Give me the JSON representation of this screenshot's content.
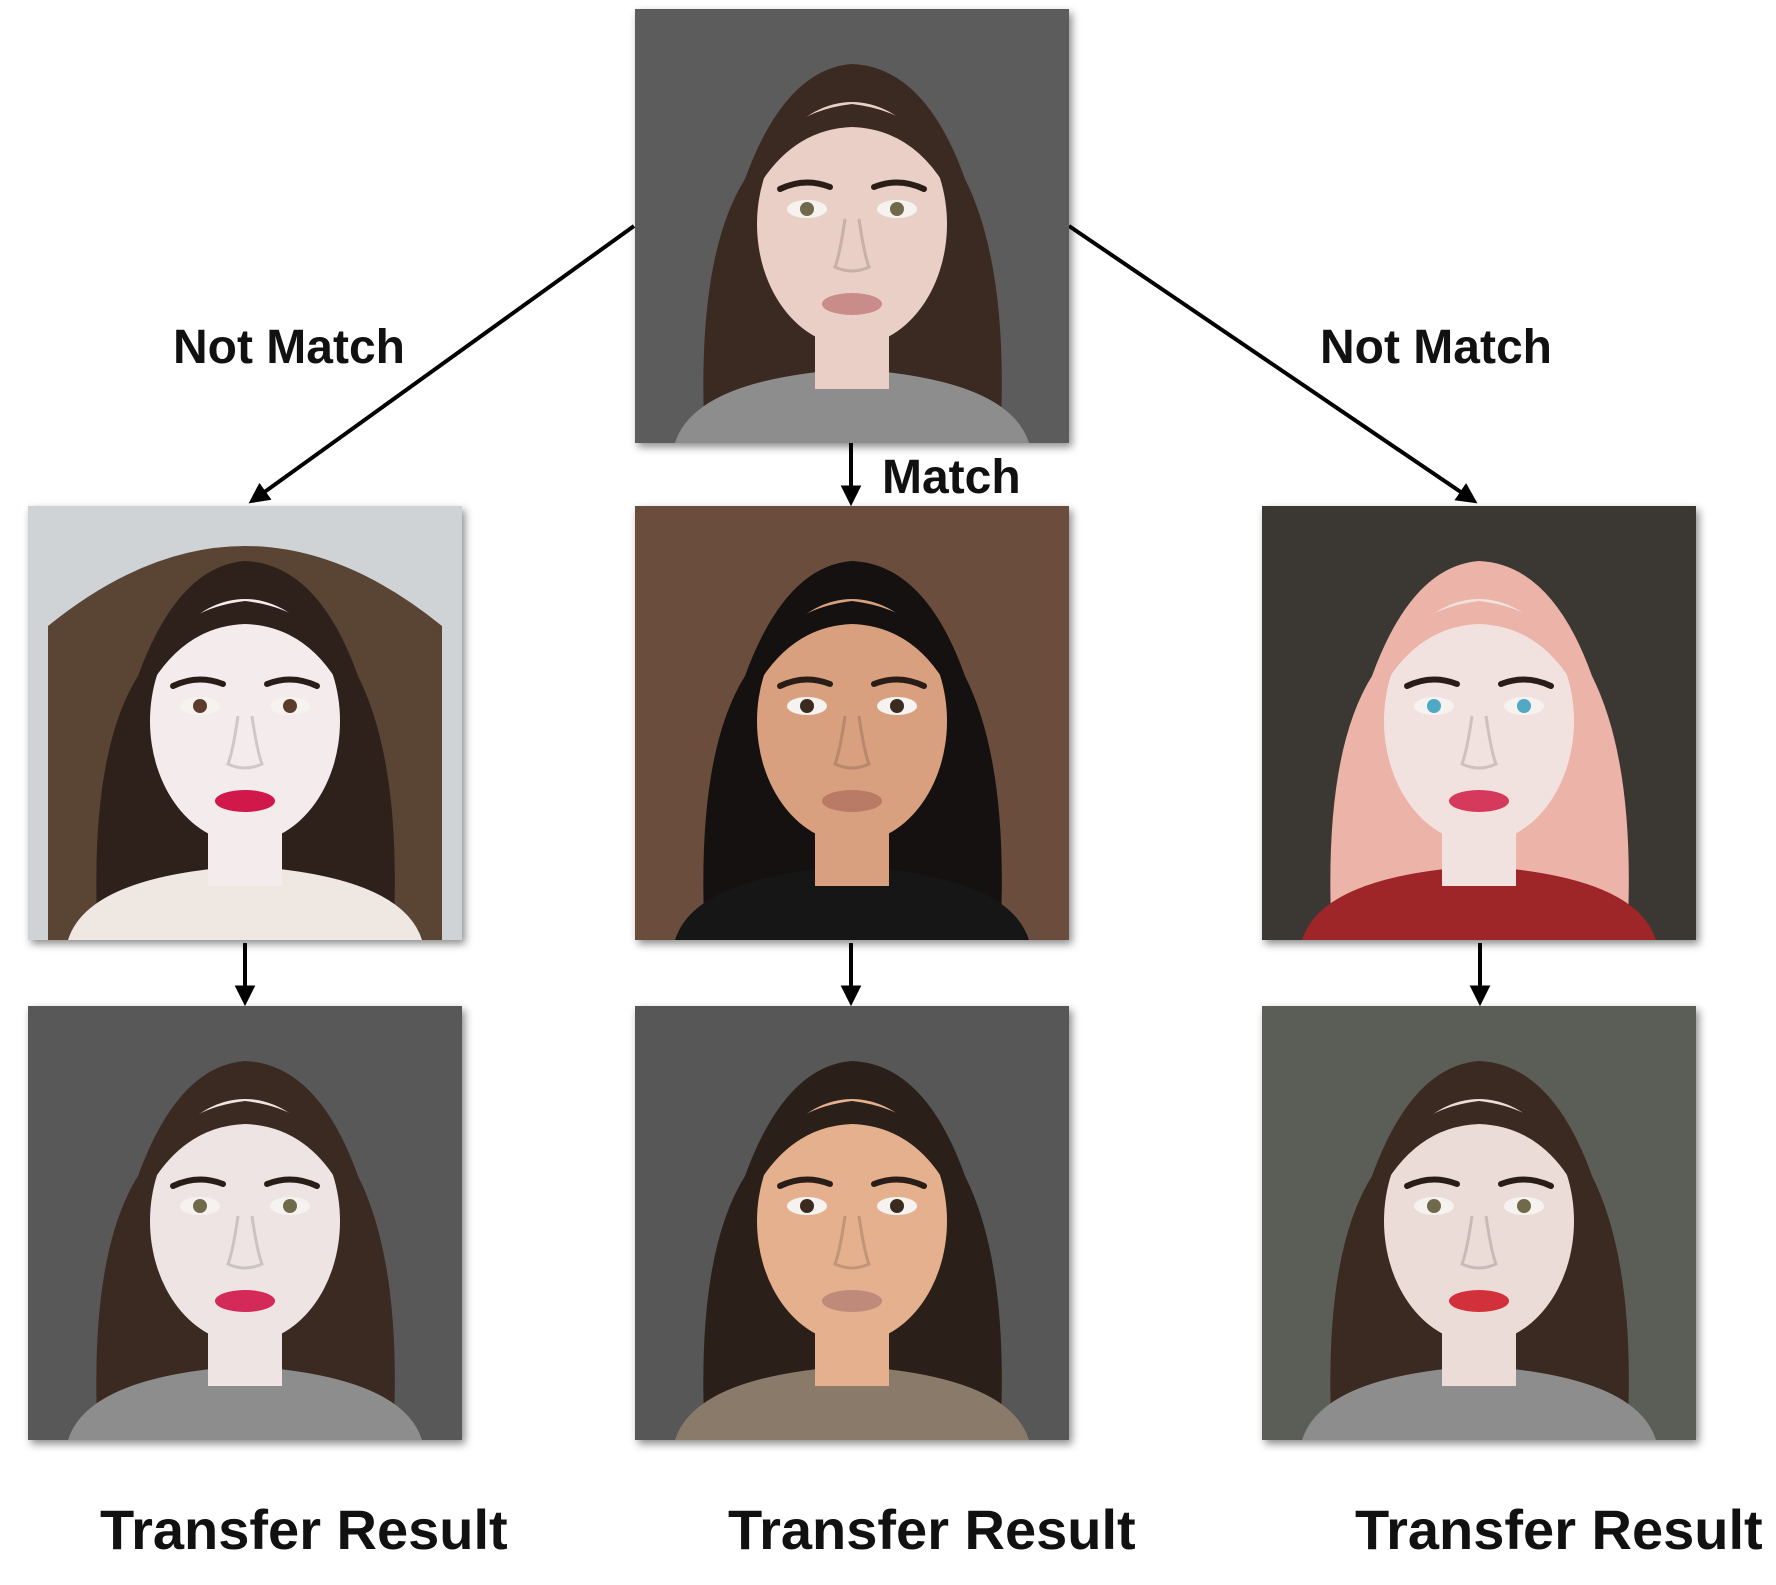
{
  "labels": {
    "not_match_left": "Not Match",
    "match": "Match",
    "not_match_right": "Not Match",
    "result_left": "Transfer Result",
    "result_center": "Transfer Result",
    "result_right": "Transfer Result"
  },
  "photos": {
    "source": {
      "bg": "#5c5c5c",
      "skin": "#e9cfc6",
      "hair": "#3b2a22",
      "lips": "#c98c88",
      "shirt": "#8d8d8d",
      "eye": "#6f6a4a"
    },
    "ref_left": {
      "bg": "#cfd3d6",
      "skin": "#f4ecec",
      "hair": "#2e211b",
      "lips": "#d0184a",
      "shirt": "#efe7e2",
      "eye": "#5b3b2a",
      "hood": "#5a4434"
    },
    "ref_center": {
      "bg": "#6a4d3d",
      "skin": "#d8a07e",
      "hair": "#141110",
      "lips": "#b97b66",
      "shirt": "#161616",
      "eye": "#3a2a20"
    },
    "ref_right": {
      "bg": "#3b3733",
      "skin": "#f2e2df",
      "hair": "#ecb3a9",
      "lips": "#d53a5c",
      "shirt": "#9e2528",
      "eye": "#4fa9c4"
    },
    "result_left": {
      "bg": "#585858",
      "skin": "#efe4e4",
      "hair": "#3b2a22",
      "lips": "#d42a5a",
      "shirt": "#8d8d8d",
      "eye": "#6f6a4a"
    },
    "result_center": {
      "bg": "#575757",
      "skin": "#e4b08e",
      "hair": "#2a1f19",
      "lips": "#bf8a7a",
      "shirt": "#8a7a6a",
      "eye": "#3a2a20"
    },
    "result_right": {
      "bg": "#5b5d57",
      "skin": "#ecdcd8",
      "hair": "#3b2a22",
      "lips": "#d2303a",
      "shirt": "#8d8d8d",
      "eye": "#6f6a4a"
    }
  }
}
